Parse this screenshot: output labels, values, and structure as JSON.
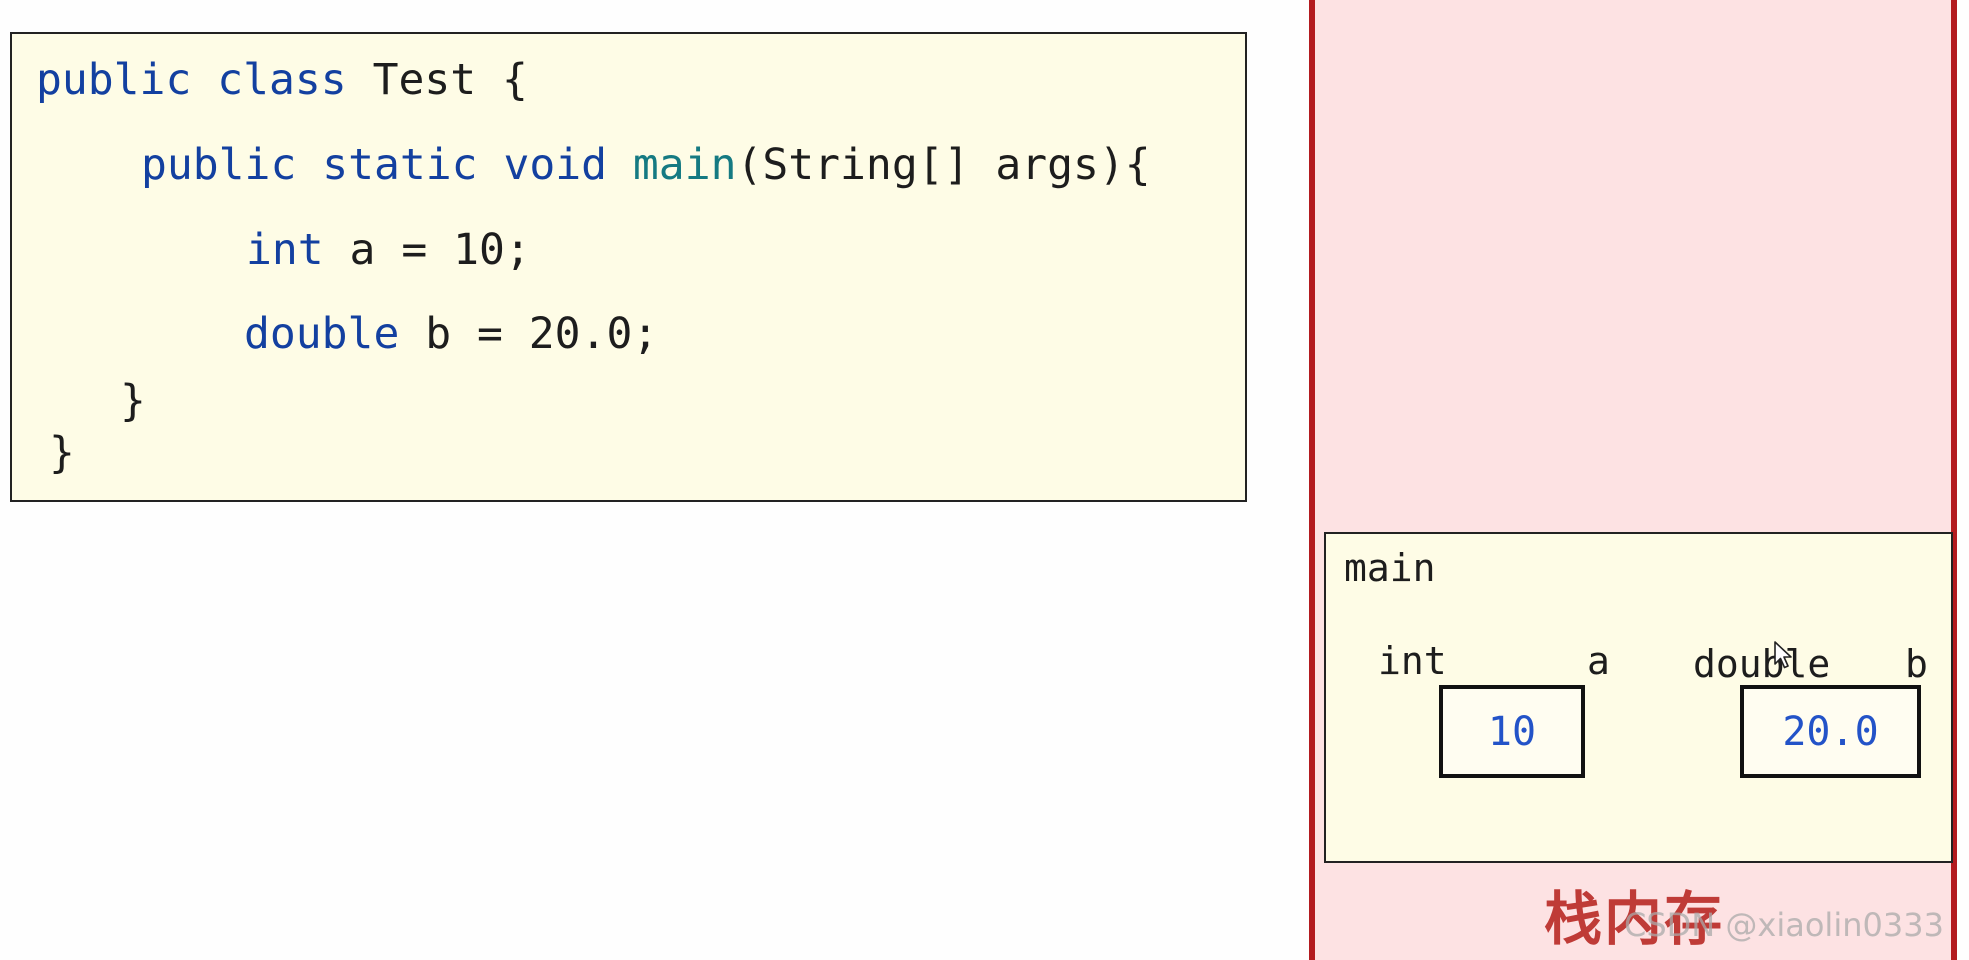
{
  "code": {
    "line1": {
      "kw1": "public",
      "kw2": "class",
      "rest": " Test {"
    },
    "line2": {
      "kw1": "public",
      "kw2": "static",
      "kw3": "void",
      "fn": "main",
      "rest": "(String[] args){"
    },
    "line3": {
      "kw": "int",
      "rest": " a = 10;"
    },
    "line4": {
      "kw": "double",
      "rest": " b = 20.0;"
    },
    "line5": "}",
    "line6": "}"
  },
  "stack": {
    "frame_title": "main",
    "variables": [
      {
        "type": "int",
        "name": "a",
        "value": "10"
      },
      {
        "type": "double",
        "name": "b",
        "value": "20.0"
      }
    ],
    "label": "栈内存"
  },
  "watermark": "CSDN @xiaolin0333",
  "colors": {
    "code_background": "#fefce6",
    "stack_background": "#fde2e3",
    "stack_border": "#b31b1f",
    "keyword": "#1340a0",
    "method": "#157a82",
    "value": "#2353c8",
    "stack_label": "#bf3b37"
  },
  "icons": {
    "cursor": "mouse-pointer-icon"
  }
}
